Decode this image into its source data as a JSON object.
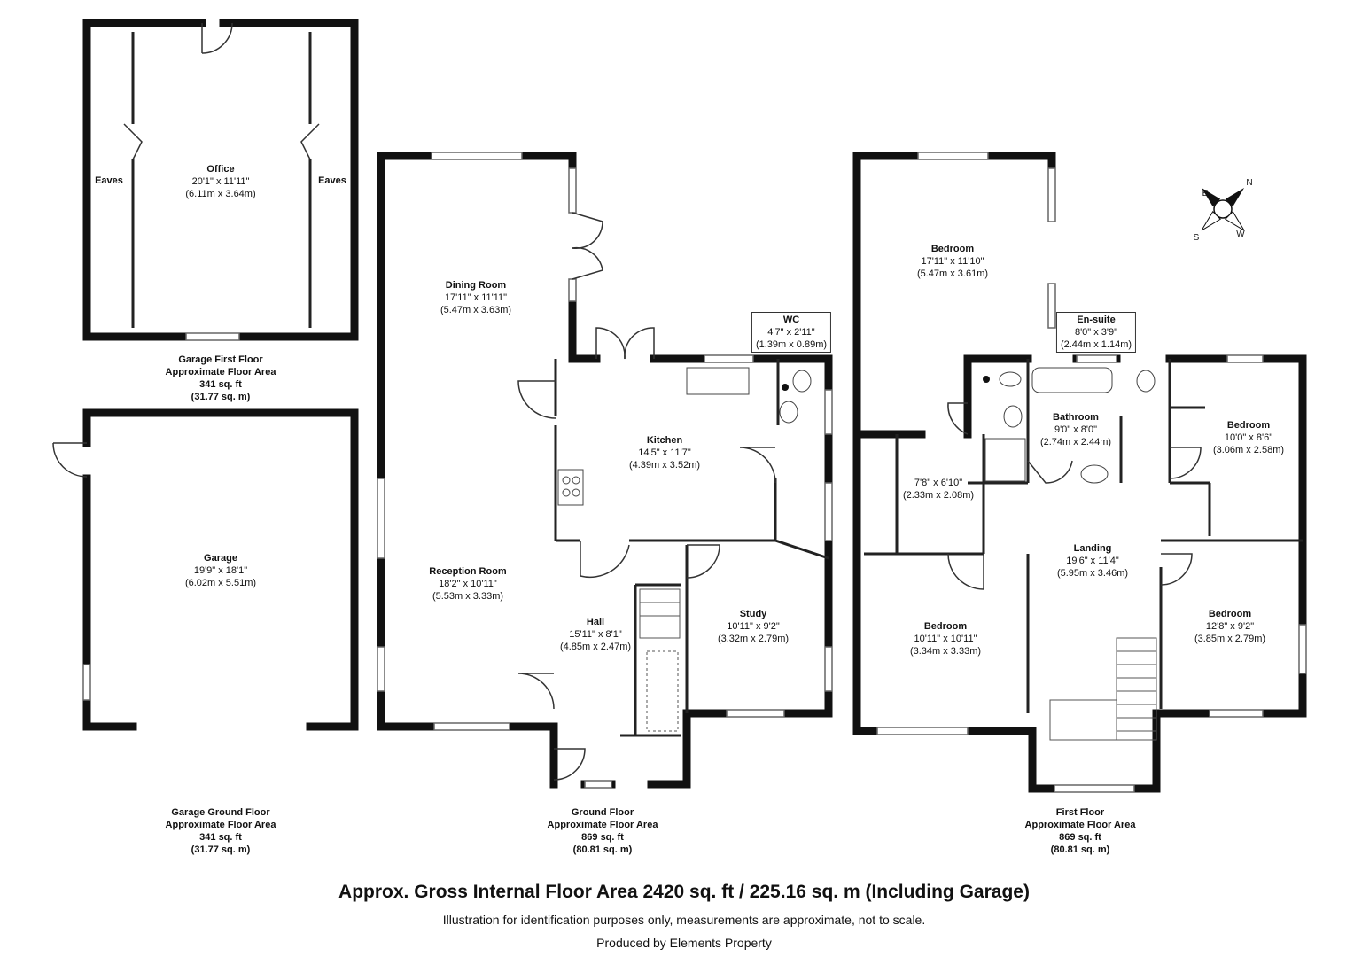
{
  "rooms": {
    "office": {
      "name": "Office",
      "imperial": "20'1\" x 11'11\"",
      "metric": "(6.11m x 3.64m)"
    },
    "eaves_left": {
      "name": "Eaves"
    },
    "eaves_right": {
      "name": "Eaves"
    },
    "garage": {
      "name": "Garage",
      "imperial": "19'9\" x 18'1\"",
      "metric": "(6.02m x 5.51m)"
    },
    "dining": {
      "name": "Dining Room",
      "imperial": "17'11\" x 11'11\"",
      "metric": "(5.47m x 3.63m)"
    },
    "reception": {
      "name": "Reception Room",
      "imperial": "18'2\" x 10'11\"",
      "metric": "(5.53m x 3.33m)"
    },
    "kitchen": {
      "name": "Kitchen",
      "imperial": "14'5\" x 11'7\"",
      "metric": "(4.39m x 3.52m)"
    },
    "wc": {
      "name": "WC",
      "imperial": "4'7\" x 2'11\"",
      "metric": "(1.39m x 0.89m)"
    },
    "hall": {
      "name": "Hall",
      "imperial": "15'11\" x 8'1\"",
      "metric": "(4.85m x 2.47m)"
    },
    "study": {
      "name": "Study",
      "imperial": "10'11\" x 9'2\"",
      "metric": "(3.32m x 2.79m)"
    },
    "bed1": {
      "name": "Bedroom",
      "imperial": "17'11\" x 11'10\"",
      "metric": "(5.47m x 3.61m)"
    },
    "ensuite": {
      "name": "En-suite",
      "imperial": "8'0\" x 3'9\"",
      "metric": "(2.44m x 1.14m)"
    },
    "bathroom": {
      "name": "Bathroom",
      "imperial": "9'0\" x 8'0\"",
      "metric": "(2.74m x 2.44m)"
    },
    "bed2": {
      "name": "Bedroom",
      "imperial": "10'0\" x 8'6\"",
      "metric": "(3.06m x 2.58m)"
    },
    "dressing": {
      "imperial": "7'8\" x 6'10\"",
      "metric": "(2.33m x 2.08m)"
    },
    "landing": {
      "name": "Landing",
      "imperial": "19'6\" x 11'4\"",
      "metric": "(5.95m x 3.46m)"
    },
    "bed3": {
      "name": "Bedroom",
      "imperial": "10'11\" x 10'11\"",
      "metric": "(3.34m x 3.33m)"
    },
    "bed4": {
      "name": "Bedroom",
      "imperial": "12'8\" x 9'2\"",
      "metric": "(3.85m x 2.79m)"
    }
  },
  "areas": {
    "garage_first": {
      "l1": "Garage First Floor",
      "l2": "Approximate Floor Area",
      "l3": "341 sq. ft",
      "l4": "(31.77 sq. m)"
    },
    "garage_ground": {
      "l1": "Garage Ground Floor",
      "l2": "Approximate Floor Area",
      "l3": "341 sq. ft",
      "l4": "(31.77 sq. m)"
    },
    "ground": {
      "l1": "Ground Floor",
      "l2": "Approximate Floor Area",
      "l3": "869 sq. ft",
      "l4": "(80.81 sq. m)"
    },
    "first": {
      "l1": "First Floor",
      "l2": "Approximate Floor Area",
      "l3": "869 sq. ft",
      "l4": "(80.81 sq. m)"
    }
  },
  "compass": {
    "n": "N",
    "s": "S",
    "e": "E",
    "w": "W"
  },
  "footer": {
    "title": "Approx. Gross Internal Floor Area 2420 sq. ft / 225.16 sq. m (Including Garage)",
    "note": "Illustration for identification purposes only, measurements are approximate, not to scale.",
    "producer": "Produced by Elements Property"
  },
  "colors": {
    "wall": "#111111",
    "thin": "#555555",
    "window": "#888888"
  }
}
